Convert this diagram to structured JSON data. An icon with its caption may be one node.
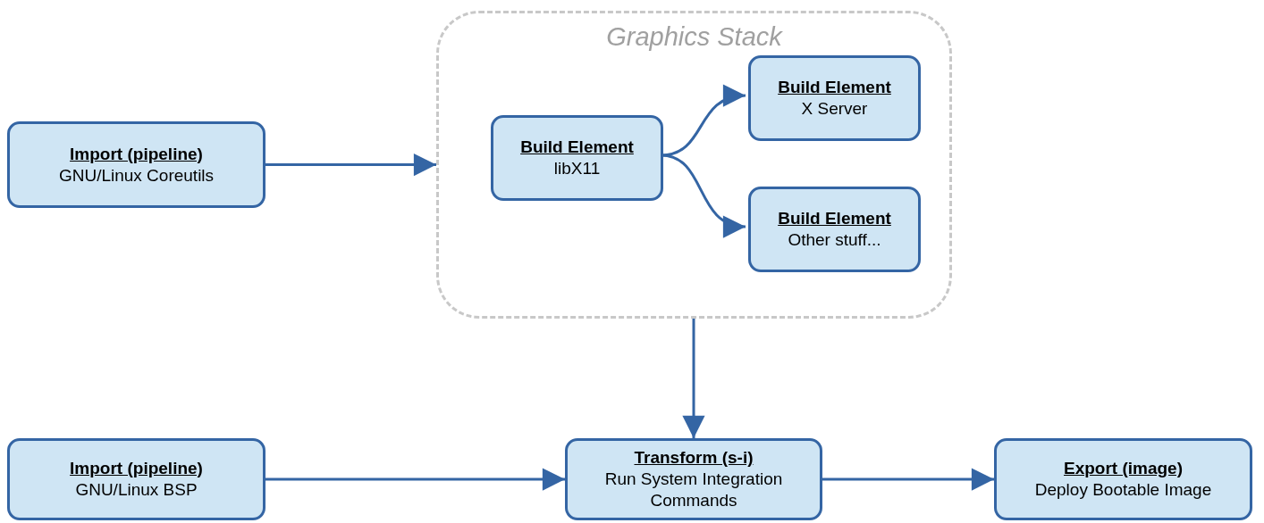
{
  "diagram": {
    "nodes": [
      {
        "text": [
          "Import (pipeline)",
          "GNU/Linux Coreutils"
        ]
      },
      {
        "text": [
          "Graphics Stack"
        ]
      },
      {
        "text": [
          "Build Element",
          "libX11"
        ],
        "in": 1
      },
      {
        "text": [
          "Build Element",
          "X Server"
        ],
        "in": 1
      },
      {
        "text": [
          "Build Element",
          "Other stuff..."
        ],
        "in": 1
      },
      {
        "text": [
          "Import (pipeline)",
          "GNU/Linux BSP"
        ]
      },
      {
        "text": [
          "Transform (s-i)",
          "Run System Integration Commands"
        ]
      },
      {
        "text": [
          "Export (image)",
          "Deploy Bootable Image"
        ]
      }
    ],
    "edges": [
      {
        "from": 0,
        "to": 1,
        "arrow": "to"
      },
      {
        "from": 2,
        "to": 3,
        "arrow": "to"
      },
      {
        "from": 2,
        "to": 4,
        "arrow": "to"
      },
      {
        "from": 1,
        "to": 6,
        "arrow": "to"
      },
      {
        "from": 5,
        "to": 6,
        "arrow": "to"
      },
      {
        "from": 6,
        "to": 7,
        "arrow": "to"
      }
    ]
  }
}
